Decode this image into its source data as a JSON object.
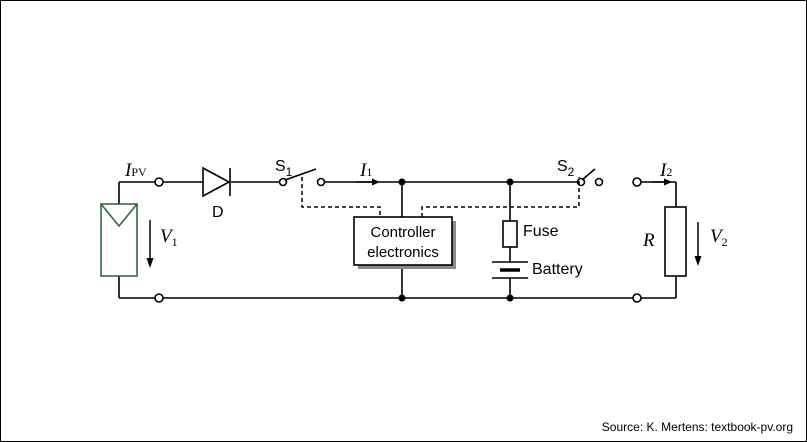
{
  "diagram": {
    "labels": {
      "i_pv_main": "I",
      "i_pv_sub": "PV",
      "v1_main": "V",
      "v1_sub": "1",
      "diode": "D",
      "s1_main": "S",
      "s1_sub": "1",
      "i1_main": "I",
      "i1_sub": "1",
      "controller_line1": "Controller",
      "controller_line2": "electronics",
      "fuse": "Fuse",
      "battery": "Battery",
      "s2_main": "S",
      "s2_sub": "2",
      "i2_main": "I",
      "i2_sub": "2",
      "r": "R",
      "v2_main": "V",
      "v2_sub": "2"
    },
    "source": "Source: K. Mertens: textbook-pv.org",
    "colors": {
      "wire": "#000000",
      "pv_module": "#2e6b3e",
      "controller_fill": "#ffffff",
      "controller_shadow": "#8a8a8a"
    }
  }
}
